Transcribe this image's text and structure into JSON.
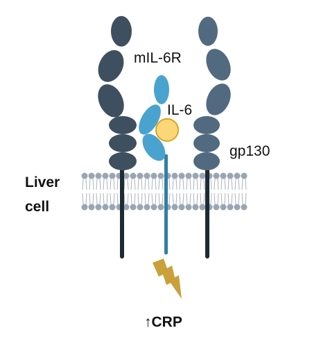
{
  "labels": {
    "mil6r": "mIL-6R",
    "il6": "IL-6",
    "gp130": "gp130",
    "liver_cell_line1": "Liver",
    "liver_cell_line2": "cell",
    "crp": "↑CRP"
  },
  "colors": {
    "gp130_left": "#3e4f60",
    "gp130_right": "#526a80",
    "il6r_blue": "#4aa3cf",
    "il6_yellow": "#fcd77a",
    "il6_outline": "#d9a520",
    "lipid_head": "#9aa5b3",
    "lipid_tail": "#aab3bf",
    "stalk_dark": "#1f2a33",
    "signal_bolt": "#c9a03a"
  },
  "icons": {
    "signal": "lightning-bolt-icon"
  }
}
